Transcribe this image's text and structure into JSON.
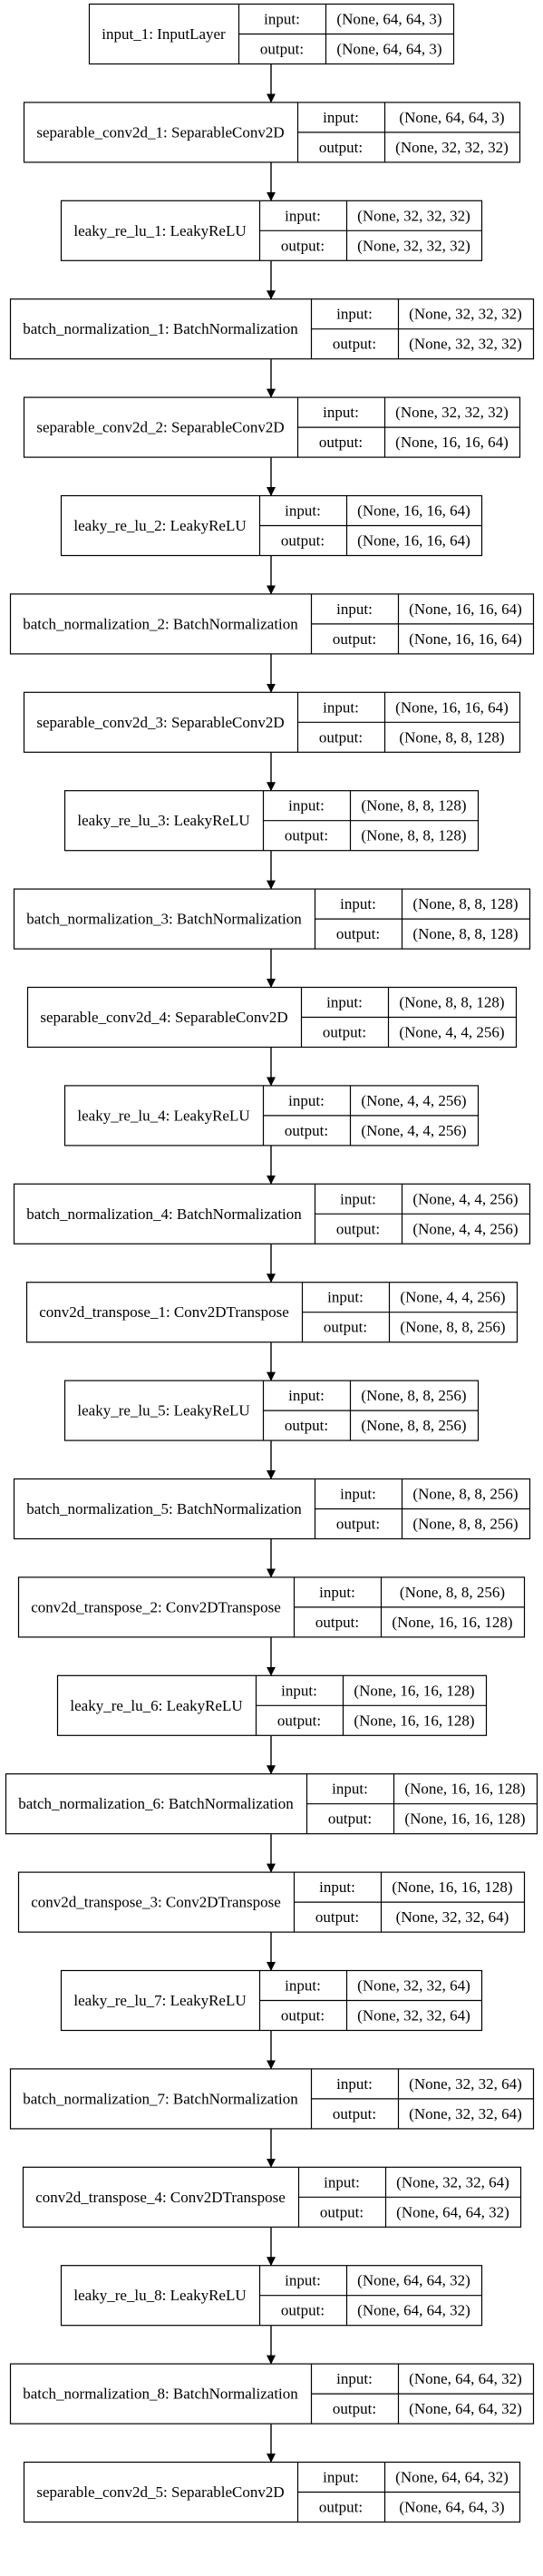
{
  "labels": {
    "input": "input:",
    "output": "output:"
  },
  "layers": [
    {
      "name": "input_1: InputLayer",
      "input": "(None, 64, 64, 3)",
      "output": "(None, 64, 64, 3)"
    },
    {
      "name": "separable_conv2d_1: SeparableConv2D",
      "input": "(None, 64, 64, 3)",
      "output": "(None, 32, 32, 32)"
    },
    {
      "name": "leaky_re_lu_1: LeakyReLU",
      "input": "(None, 32, 32, 32)",
      "output": "(None, 32, 32, 32)"
    },
    {
      "name": "batch_normalization_1: BatchNormalization",
      "input": "(None, 32, 32, 32)",
      "output": "(None, 32, 32, 32)"
    },
    {
      "name": "separable_conv2d_2: SeparableConv2D",
      "input": "(None, 32, 32, 32)",
      "output": "(None, 16, 16, 64)"
    },
    {
      "name": "leaky_re_lu_2: LeakyReLU",
      "input": "(None, 16, 16, 64)",
      "output": "(None, 16, 16, 64)"
    },
    {
      "name": "batch_normalization_2: BatchNormalization",
      "input": "(None, 16, 16, 64)",
      "output": "(None, 16, 16, 64)"
    },
    {
      "name": "separable_conv2d_3: SeparableConv2D",
      "input": "(None, 16, 16, 64)",
      "output": "(None, 8, 8, 128)"
    },
    {
      "name": "leaky_re_lu_3: LeakyReLU",
      "input": "(None, 8, 8, 128)",
      "output": "(None, 8, 8, 128)"
    },
    {
      "name": "batch_normalization_3: BatchNormalization",
      "input": "(None, 8, 8, 128)",
      "output": "(None, 8, 8, 128)"
    },
    {
      "name": "separable_conv2d_4: SeparableConv2D",
      "input": "(None, 8, 8, 128)",
      "output": "(None, 4, 4, 256)"
    },
    {
      "name": "leaky_re_lu_4: LeakyReLU",
      "input": "(None, 4, 4, 256)",
      "output": "(None, 4, 4, 256)"
    },
    {
      "name": "batch_normalization_4: BatchNormalization",
      "input": "(None, 4, 4, 256)",
      "output": "(None, 4, 4, 256)"
    },
    {
      "name": "conv2d_transpose_1: Conv2DTranspose",
      "input": "(None, 4, 4, 256)",
      "output": "(None, 8, 8, 256)"
    },
    {
      "name": "leaky_re_lu_5: LeakyReLU",
      "input": "(None, 8, 8, 256)",
      "output": "(None, 8, 8, 256)"
    },
    {
      "name": "batch_normalization_5: BatchNormalization",
      "input": "(None, 8, 8, 256)",
      "output": "(None, 8, 8, 256)"
    },
    {
      "name": "conv2d_transpose_2: Conv2DTranspose",
      "input": "(None, 8, 8, 256)",
      "output": "(None, 16, 16, 128)"
    },
    {
      "name": "leaky_re_lu_6: LeakyReLU",
      "input": "(None, 16, 16, 128)",
      "output": "(None, 16, 16, 128)"
    },
    {
      "name": "batch_normalization_6: BatchNormalization",
      "input": "(None, 16, 16, 128)",
      "output": "(None, 16, 16, 128)"
    },
    {
      "name": "conv2d_transpose_3: Conv2DTranspose",
      "input": "(None, 16, 16, 128)",
      "output": "(None, 32, 32, 64)"
    },
    {
      "name": "leaky_re_lu_7: LeakyReLU",
      "input": "(None, 32, 32, 64)",
      "output": "(None, 32, 32, 64)"
    },
    {
      "name": "batch_normalization_7: BatchNormalization",
      "input": "(None, 32, 32, 64)",
      "output": "(None, 32, 32, 64)"
    },
    {
      "name": "conv2d_transpose_4: Conv2DTranspose",
      "input": "(None, 32, 32, 64)",
      "output": "(None, 64, 64, 32)"
    },
    {
      "name": "leaky_re_lu_8: LeakyReLU",
      "input": "(None, 64, 64, 32)",
      "output": "(None, 64, 64, 32)"
    },
    {
      "name": "batch_normalization_8: BatchNormalization",
      "input": "(None, 64, 64, 32)",
      "output": "(None, 64, 64, 32)"
    },
    {
      "name": "separable_conv2d_5: SeparableConv2D",
      "input": "(None, 64, 64, 32)",
      "output": "(None, 64, 64, 3)"
    }
  ]
}
